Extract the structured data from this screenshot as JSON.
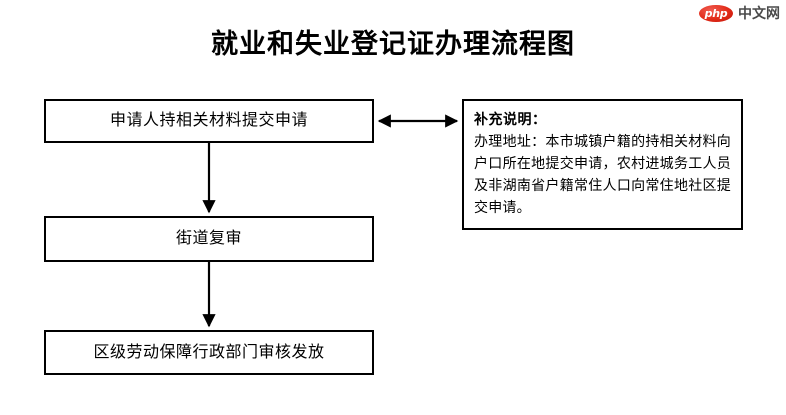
{
  "watermark": {
    "badge_text": "php",
    "site_text": "中文网",
    "badge_color": "#e22b18",
    "text_color": "#4a4a4a"
  },
  "title": "就业和失业登记证办理流程图",
  "flow": {
    "nodes": [
      {
        "id": "apply",
        "label": "申请人持相关材料提交申请"
      },
      {
        "id": "review",
        "label": "街道复审"
      },
      {
        "id": "issue",
        "label": "区级劳动保障行政部门审核发放"
      }
    ],
    "connectors": [
      {
        "from": "apply",
        "to": "review",
        "style": "arrow-down",
        "direction": "single"
      },
      {
        "from": "review",
        "to": "issue",
        "style": "arrow-down",
        "direction": "single"
      },
      {
        "from": "apply",
        "to": "note",
        "style": "arrow-horizontal",
        "direction": "double"
      }
    ]
  },
  "note": {
    "title": "补充说明：",
    "body": "办理地址：本市城镇户籍的持相关材料向户口所在地提交申请，农村进城务工人员及非湖南省户籍常住人口向常住地社区提交申请。"
  },
  "colors": {
    "line": "#000000",
    "background": "#ffffff",
    "text": "#000000"
  }
}
